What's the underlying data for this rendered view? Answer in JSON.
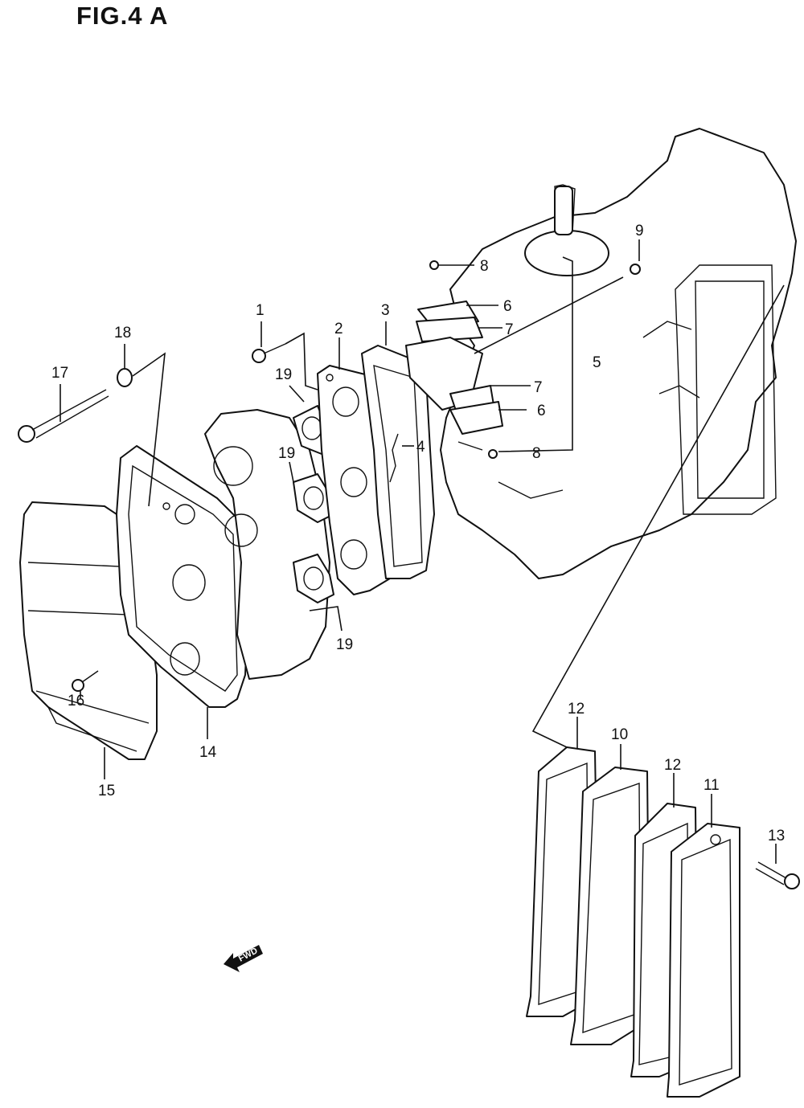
{
  "title": "FIG.4 A",
  "callouts": [
    "1",
    "2",
    "3",
    "4",
    "5",
    "6",
    "6",
    "7",
    "7",
    "8",
    "8",
    "9",
    "10",
    "11",
    "12",
    "12",
    "13",
    "14",
    "15",
    "16",
    "17",
    "18",
    "19",
    "19",
    "19"
  ],
  "fwd_label": "FWD",
  "line_color": "#111111",
  "background": "#ffffff"
}
